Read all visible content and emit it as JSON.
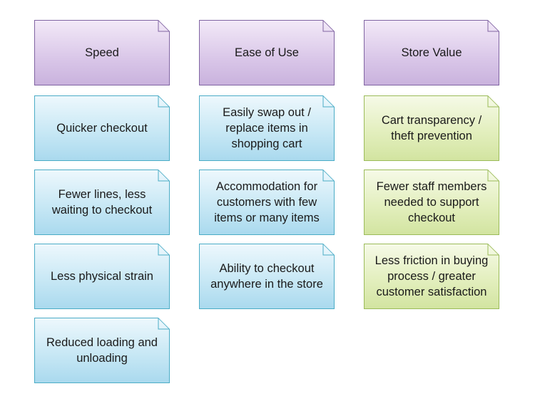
{
  "colors": {
    "header_fill": "#d9c6e8",
    "header_border": "#8064a2",
    "speed_fill": "#c8e8f5",
    "speed_border": "#4bacc6",
    "value_fill": "#e3efbe",
    "value_border": "#9bbb59"
  },
  "columns": [
    {
      "header": "Speed",
      "items": [
        "Quicker checkout",
        "Fewer lines, less waiting to checkout",
        "Less physical strain",
        "Reduced loading and unloading"
      ]
    },
    {
      "header": "Ease of Use",
      "items": [
        "Easily swap out / replace items in shopping cart",
        "Accommodation for customers with few items or many items",
        "Ability to checkout anywhere in the store"
      ]
    },
    {
      "header": "Store Value",
      "items": [
        "Cart transparency / theft prevention",
        "Fewer staff members needed to support checkout",
        "Less friction in buying process / greater customer satisfaction"
      ]
    }
  ]
}
